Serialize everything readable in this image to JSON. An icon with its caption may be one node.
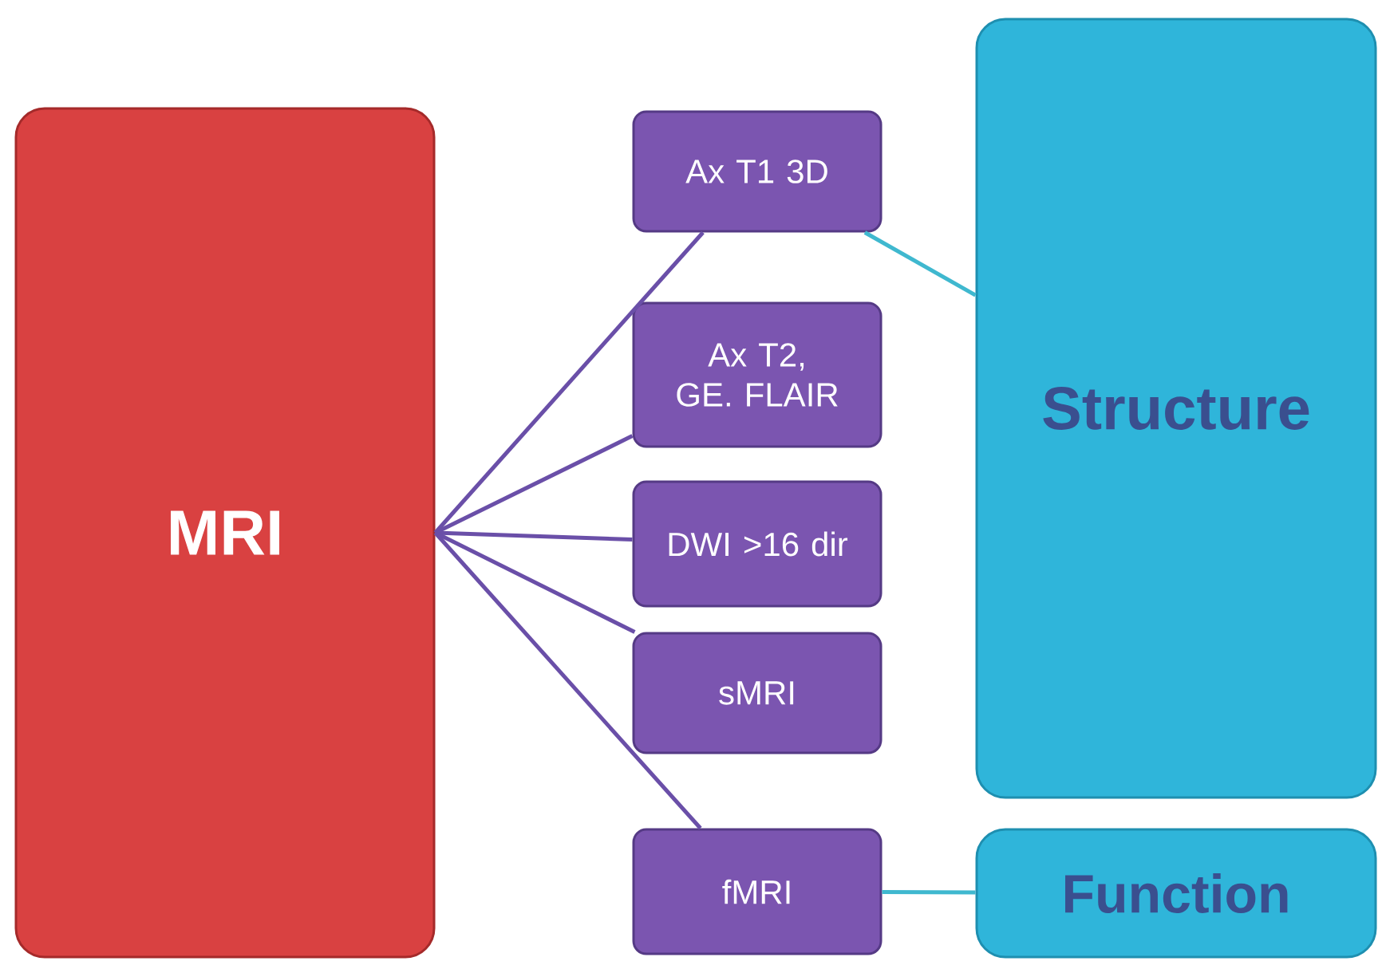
{
  "diagram": {
    "nodes": [
      {
        "text": [
          "MRI"
        ]
      },
      {
        "text": [
          "Ax T1 3D"
        ]
      },
      {
        "text": [
          "Ax T2, GE. FLAIR"
        ]
      },
      {
        "text": [
          "DWI >16 dir"
        ]
      },
      {
        "text": [
          "sMRI"
        ]
      },
      {
        "text": [
          "fMRI"
        ]
      },
      {
        "text": [
          "Structure"
        ]
      },
      {
        "text": [
          "Function"
        ]
      }
    ],
    "edges": [
      {
        "from": 0,
        "to": 1,
        "arrow": "none"
      },
      {
        "from": 0,
        "to": 2,
        "arrow": "none"
      },
      {
        "from": 0,
        "to": 3,
        "arrow": "none"
      },
      {
        "from": 0,
        "to": 4,
        "arrow": "none"
      },
      {
        "from": 0,
        "to": 5,
        "arrow": "none"
      },
      {
        "from": 1,
        "to": 6,
        "arrow": "none",
        "color": "#3fb8cf"
      },
      {
        "from": 5,
        "to": 7,
        "arrow": "none",
        "color": "#3fb8cf"
      }
    ]
  }
}
